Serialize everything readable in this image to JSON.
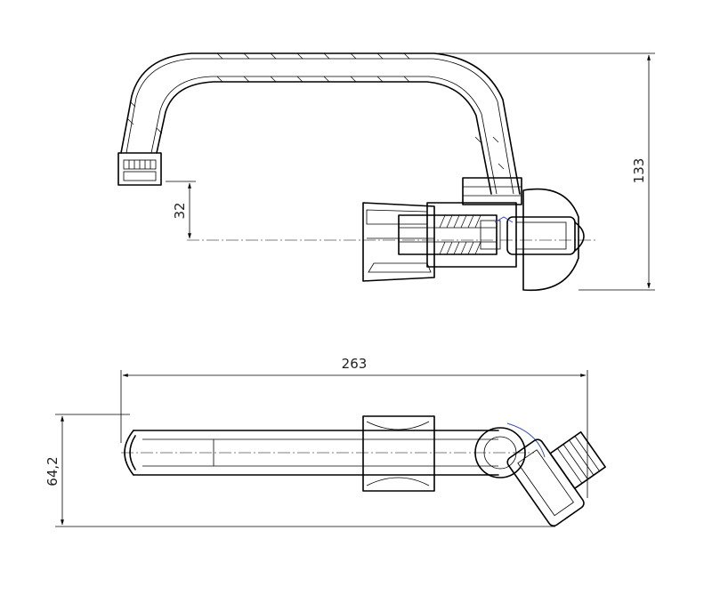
{
  "dimensions": {
    "height_total": "133",
    "spout_height": "32",
    "length_total": "263",
    "depth_total": "64,2"
  }
}
